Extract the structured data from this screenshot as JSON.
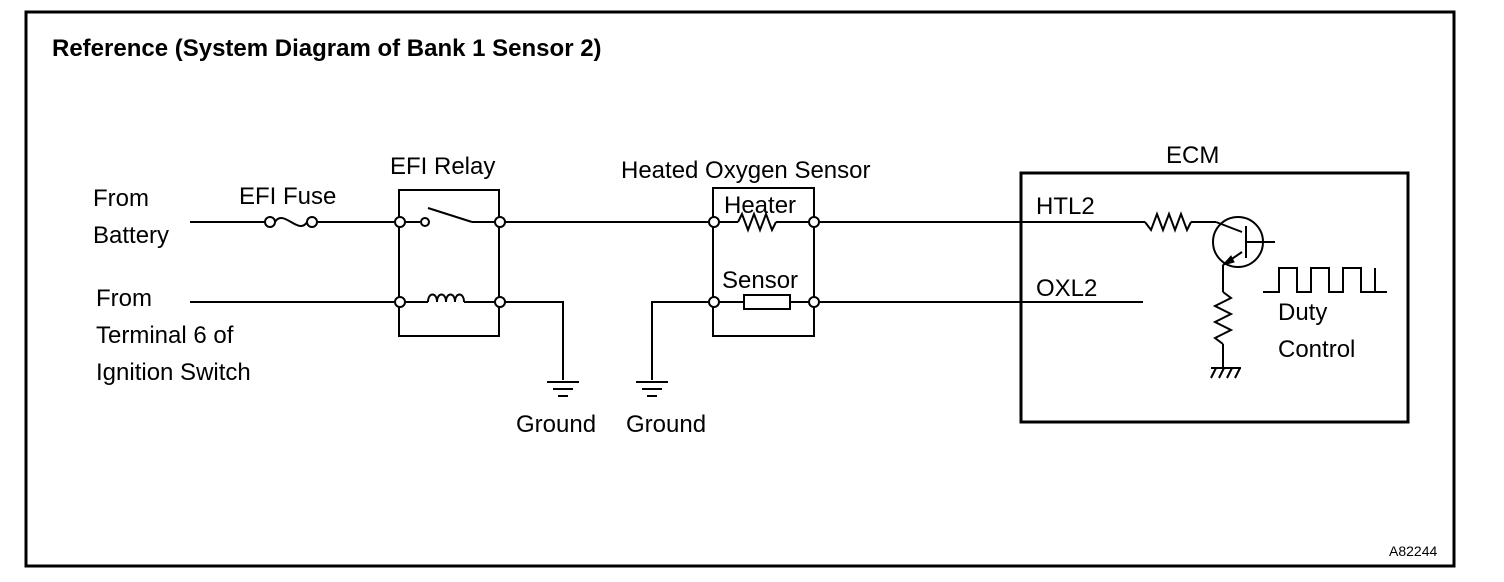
{
  "title": "Reference (System Diagram of Bank 1 Sensor 2)",
  "labels": {
    "from_battery_1": "From",
    "from_battery_2": "Battery",
    "from_ign_1": "From",
    "from_ign_2": "Terminal 6 of",
    "from_ign_3": "Ignition Switch",
    "efi_fuse": "EFI Fuse",
    "efi_relay": "EFI Relay",
    "ground_relay": "Ground",
    "ground_sensor": "Ground",
    "hos": "Heated Oxygen Sensor",
    "heater": "Heater",
    "sensor": "Sensor",
    "ecm": "ECM",
    "htl2": "HTL2",
    "oxl2": "OXL2",
    "duty_1": "Duty",
    "duty_2": "Control"
  },
  "figure_code": "A82244"
}
